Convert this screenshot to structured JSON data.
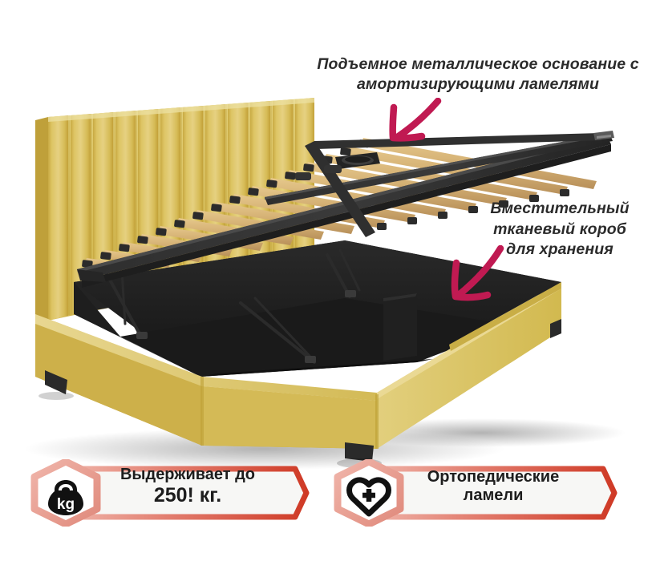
{
  "product": {
    "type": "upholstered storage bed with lift-up slatted base",
    "fabric_color_name": "mustard yellow",
    "colors": {
      "fabric_light": "#e0cc70",
      "fabric_mid": "#d6bd52",
      "fabric_dark": "#c5a63c",
      "fabric_shadow": "#b08f2e",
      "frame_black": "#2a2a2a",
      "box_interior": "#1c1c1c",
      "slat_wood": "#d9b877",
      "background": "#ffffff",
      "accent_arrow": "#c01a52",
      "badge_border_light": "#eaa79d",
      "badge_border_dark": "#d03a2a",
      "badge_fill": "#f7f7f5",
      "icon_black": "#111111"
    }
  },
  "annotations": [
    {
      "id": "lift-base",
      "text": "Подъемное металлическое основание с\nамортизирующими ламелями",
      "arrow": "down-left-arrow"
    },
    {
      "id": "storage-box",
      "text": "Вместительный\nтканевый короб\nдля хранения",
      "arrow": "down-left-arrow"
    }
  ],
  "badges": [
    {
      "id": "weight",
      "icon": "kettlebell-weight-icon",
      "icon_text": "kg",
      "line1": "Выдерживает до",
      "line2": "250! кг."
    },
    {
      "id": "orthopedic",
      "icon": "heart-plus-icon",
      "line1": "Ортопедические",
      "line2": "ламели"
    }
  ]
}
